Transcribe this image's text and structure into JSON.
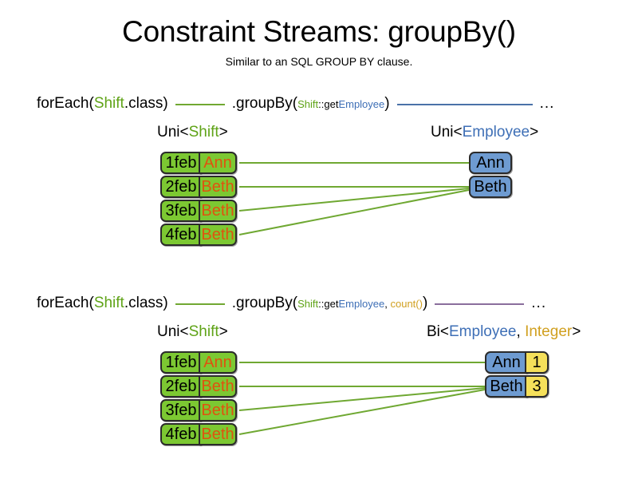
{
  "slide": {
    "title": "Constraint Streams: groupBy()",
    "subtitle": "Similar to an SQL GROUP BY clause."
  },
  "colors": {
    "shift_green": "#7CC832",
    "employee_blue": "#6E9BD1",
    "count_yellow": "#F5E05A",
    "name_orange": "#E0520F",
    "token_green": "#5FA317",
    "token_blue": "#3E6FB6",
    "token_gold": "#D1A020",
    "pipe_green": "#71A832",
    "pipe_blue": "#4A72A8",
    "pipe_purple": "#8A6E9C",
    "edge_green": "#6FA832"
  },
  "sections": [
    {
      "code": {
        "for_each_open": "forEach(",
        "for_each_type": "Shift",
        "for_each_close": ".class)",
        "group_by_open": ".groupBy(",
        "arg_class": "Shift",
        "arg_method_prefix": "::get",
        "arg_method_type": "Employee",
        "group_by_close": ")",
        "ellipsis": "..."
      },
      "left_type": {
        "prefix": "Uni<",
        "generic": "Shift",
        "suffix": ">"
      },
      "right_type": {
        "prefix": "Uni<",
        "generic": "Employee",
        "suffix": ">"
      },
      "shifts": [
        {
          "date": "1feb",
          "employee": "Ann"
        },
        {
          "date": "2feb",
          "employee": "Beth"
        },
        {
          "date": "3feb",
          "employee": "Beth"
        },
        {
          "date": "4feb",
          "employee": "Beth"
        }
      ],
      "groups": [
        {
          "employee": "Ann"
        },
        {
          "employee": "Beth"
        }
      ]
    },
    {
      "code": {
        "for_each_open": "forEach(",
        "for_each_type": "Shift",
        "for_each_close": ".class)",
        "group_by_open": ".groupBy(",
        "arg_class": "Shift",
        "arg_method_prefix": "::get",
        "arg_method_type": "Employee",
        "arg_separator": ", ",
        "arg_collector": "count()",
        "group_by_close": ")",
        "ellipsis": "..."
      },
      "left_type": {
        "prefix": "Uni<",
        "generic": "Shift",
        "suffix": ">"
      },
      "right_type": {
        "prefix": "Bi<",
        "generic": "Employee",
        "separator": ", ",
        "generic2": "Integer",
        "suffix": ">"
      },
      "shifts": [
        {
          "date": "1feb",
          "employee": "Ann"
        },
        {
          "date": "2feb",
          "employee": "Beth"
        },
        {
          "date": "3feb",
          "employee": "Beth"
        },
        {
          "date": "4feb",
          "employee": "Beth"
        }
      ],
      "groups": [
        {
          "employee": "Ann",
          "count": "1"
        },
        {
          "employee": "Beth",
          "count": "3"
        }
      ]
    }
  ]
}
